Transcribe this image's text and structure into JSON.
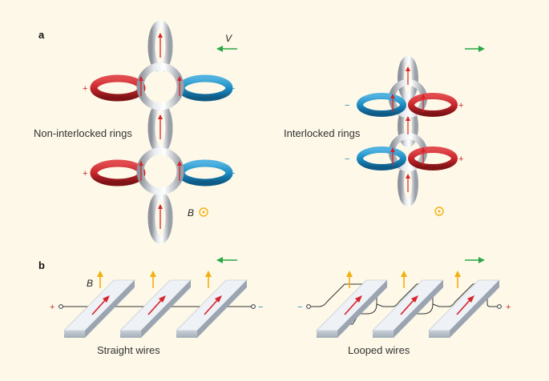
{
  "panels": {
    "a": {
      "label": "a",
      "velocity_label": "V",
      "field_label": "B",
      "left_caption": "Non-interlocked rings",
      "right_caption": "Interlocked rings",
      "plus": "+",
      "minus": "−"
    },
    "b": {
      "label": "b",
      "field_label": "B",
      "left_caption": "Straight wires",
      "right_caption": "Looped wires",
      "plus": "+",
      "minus": "−"
    }
  },
  "colors": {
    "background": "#fdf8e8",
    "red_ring": "#c8262c",
    "blue_ring": "#1d8cc4",
    "silver": "#c9ccd1",
    "arrow_green": "#2aa845",
    "field_yellow": "#f2b011",
    "current_red": "#d7232a",
    "wire_top": "#eef1f5",
    "wire_side": "#b9c3cd"
  }
}
